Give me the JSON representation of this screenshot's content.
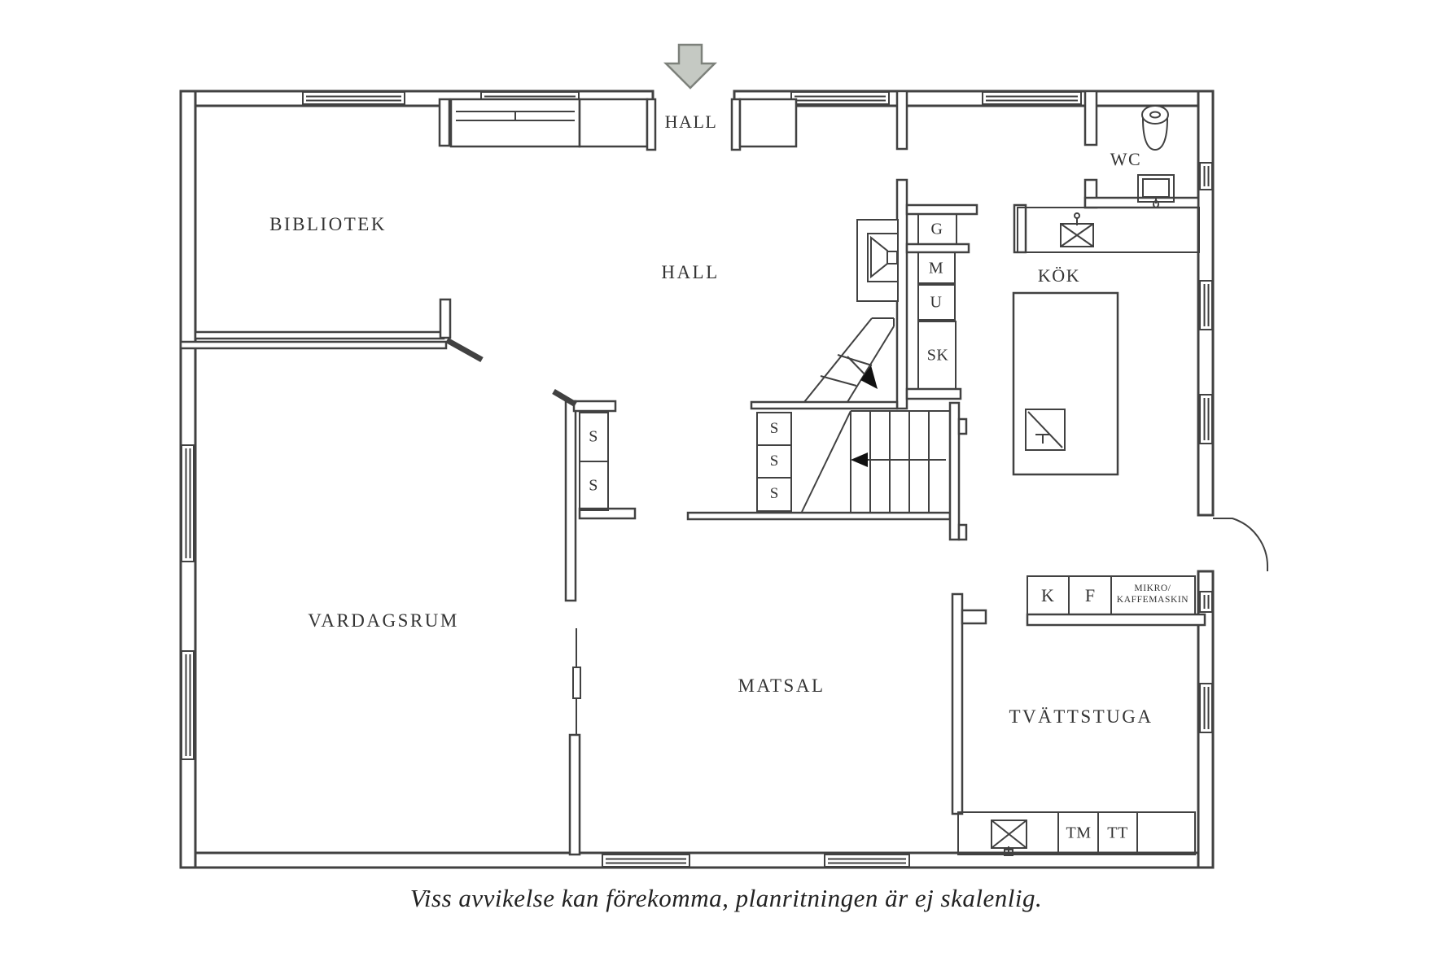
{
  "rooms": {
    "hall_top": "HALL",
    "bibliotek": "BIBLIOTEK",
    "hall_main": "HALL",
    "wc": "WC",
    "kok": "KÖK",
    "vardagsrum": "VARDAGSRUM",
    "matsal": "MATSAL",
    "tvattstuga": "TVÄTTSTUGA"
  },
  "closets": {
    "g": "G",
    "m": "M",
    "u": "U",
    "sk": "SK",
    "s1": "S",
    "s2": "S",
    "s3": "S",
    "s4": "S",
    "s5": "S"
  },
  "appliances": {
    "k": "K",
    "f": "F",
    "mikro_line1": "MIKRO/",
    "mikro_line2": "KAFFEMASKIN",
    "tm": "TM",
    "tt": "TT"
  },
  "caption": "Viss avvikelse kan förekomma, planritningen är ej skalenlig.",
  "icons": {
    "entrance_arrow": "entrance-arrow-down",
    "toilet": "toilet",
    "wc_sink": "washbasin",
    "kitchen_sink": "sink-crossed",
    "laundry_sink": "sink-crossed",
    "stove": "cooktop",
    "fireplace": "fireplace",
    "stairs_up": "stairs-arrow-down-right",
    "stairs_down": "stairs-arrow-left",
    "door_swing": "door-arc"
  },
  "colors": {
    "line": "#414141",
    "text": "#333333",
    "arrow_fill": "#c5c9c3",
    "arrow_stroke": "#7d817b",
    "background": "#ffffff"
  }
}
